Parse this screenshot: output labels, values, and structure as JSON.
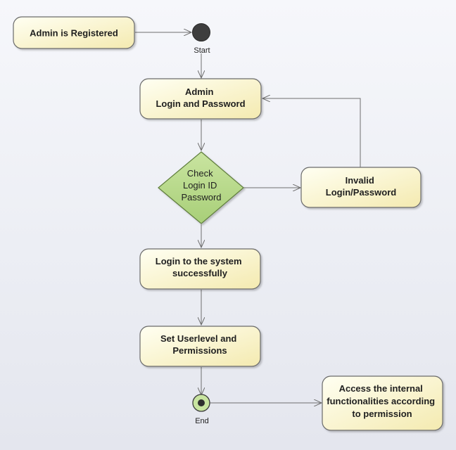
{
  "diagram": {
    "nodes": {
      "admin_registered": "Admin is Registered",
      "start_label": "Start",
      "admin_login": [
        "Admin",
        "Login and Password"
      ],
      "check": [
        "Check",
        "Login ID",
        "Password"
      ],
      "invalid": [
        "Invalid",
        "Login/Password"
      ],
      "login_success": [
        "Login to the system",
        "successfully"
      ],
      "set_userlevel": [
        "Set Userlevel and",
        "Permissions"
      ],
      "end_label": "End",
      "access": [
        "Access the internal",
        "functionalities according",
        "to permission"
      ]
    },
    "colors": {
      "action_fill_top": "#fffff2",
      "action_fill_bottom": "#f4eab0",
      "decision_fill": "#b8d98a",
      "start_fill": "#3e3e3e",
      "end_ring_fill": "#c8e4a0"
    }
  }
}
